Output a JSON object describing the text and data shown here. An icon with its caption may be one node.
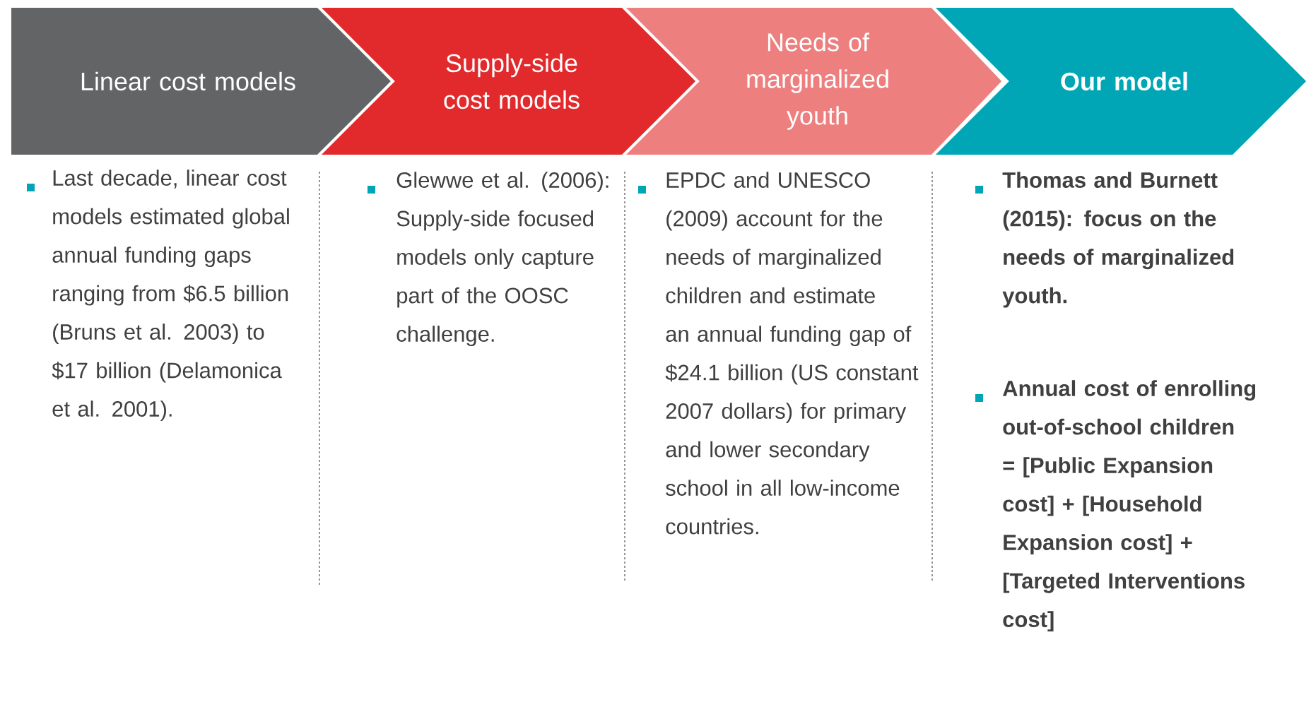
{
  "diagram": {
    "nodes": [
      {
        "text": [
          "Linear  cost models"
        ],
        "beside": [
          "Last decade, linear cost models estimated global annual funding gaps ranging from $6.5 billion (Bruns et al. 2003) to $17 billion (Delamonica et al. 2001)."
        ]
      },
      {
        "text": [
          "Supply-side cost models"
        ],
        "beside": [
          "Glewwe et al. (2006): Supply-side focused models only capture part of the OOSC challenge."
        ]
      },
      {
        "text": [
          "Needs of marginalized youth"
        ],
        "beside": [
          "EPDC and UNESCO (2009) account for the needs of marginalized children and estimate an annual funding gap of $24.1 billion (US constant 2007 dollars) for primary and lower secondary school in all low-income countries."
        ]
      },
      {
        "text": [
          "Our model"
        ],
        "beside": [
          "Thomas and Burnett (2015): focus on the needs of marginalized youth."
        ]
      }
    ],
    "labels": [
      "Annual cost of enrolling out-of-school children = [Public Expansion cost] + [Household Expansion cost] + [Targeted Interventions cost]"
    ]
  }
}
